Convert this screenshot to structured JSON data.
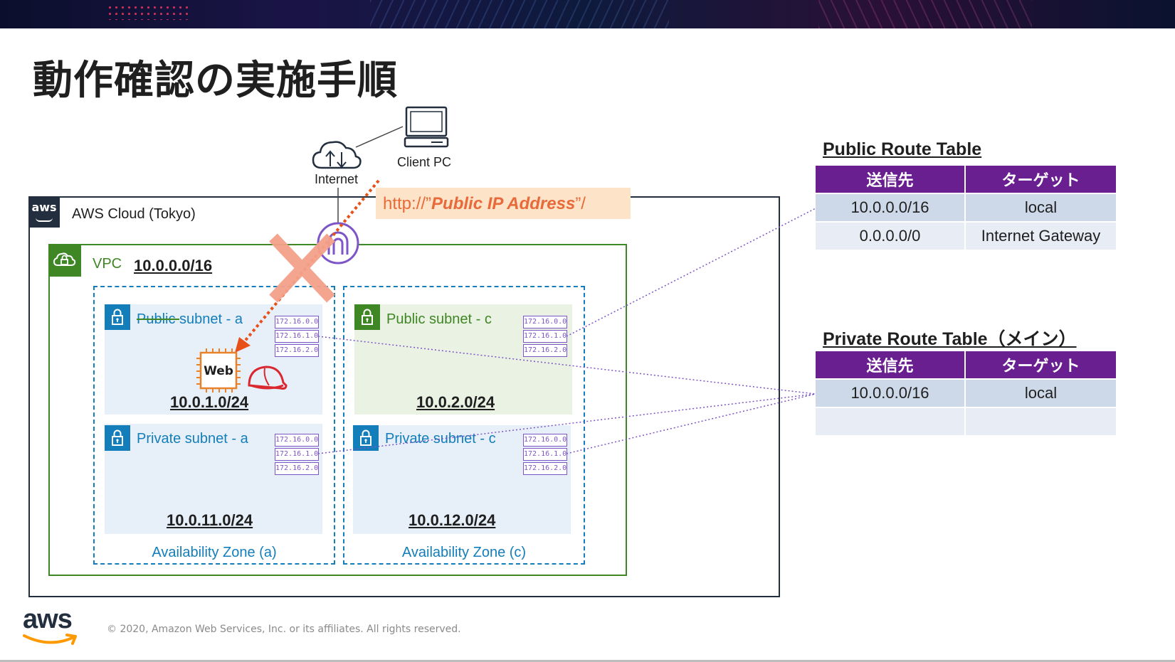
{
  "slide": {
    "title": "動作確認の実施手順",
    "copyright": "© 2020, Amazon Web Services, Inc. or its affiliates. All rights reserved.",
    "aws_logo_text": "aws"
  },
  "diagram": {
    "client_label": "Client PC",
    "internet_label": "Internet",
    "url": {
      "prefix": "http://”",
      "emphasis": "Public IP Address",
      "suffix": "”/"
    },
    "aws_cloud_label": "AWS Cloud (Tokyo)",
    "aws_badge_text": "aws",
    "vpc_label": "VPC",
    "vpc_cidr": "10.0.0.0/16",
    "az": [
      {
        "label": "Availability Zone (a)"
      },
      {
        "label": "Availability Zone (c)"
      }
    ],
    "subnets": {
      "public_a": {
        "label_struck": "Public ",
        "label_rest": "subnet - a",
        "cidr": "10.0.1.0/24",
        "routes": [
          "172.16.0.0",
          "172.16.1.0",
          "172.16.2.0"
        ]
      },
      "public_c": {
        "label": "Public subnet - c",
        "cidr": "10.0.2.0/24",
        "routes": [
          "172.16.0.0",
          "172.16.1.0",
          "172.16.2.0"
        ]
      },
      "private_a": {
        "label": "Private subnet - a",
        "cidr": "10.0.11.0/24",
        "routes": [
          "172.16.0.0",
          "172.16.1.0",
          "172.16.2.0"
        ]
      },
      "private_c": {
        "label": "Private subnet - c",
        "cidr": "10.0.12.0/24",
        "routes": [
          "172.16.0.0",
          "172.16.1.0",
          "172.16.2.0"
        ]
      }
    },
    "web_label": "Web"
  },
  "public_route_table": {
    "title": "Public Route Table",
    "headers": [
      "送信先",
      "ターゲット"
    ],
    "rows": [
      [
        "10.0.0.0/16",
        "local"
      ],
      [
        "0.0.0.0/0",
        "Internet Gateway"
      ]
    ]
  },
  "private_route_table": {
    "title": "Private Route Table（メイン）",
    "headers": [
      "送信先",
      "ターゲット"
    ],
    "rows": [
      [
        "10.0.0.0/16",
        "local"
      ],
      [
        "",
        ""
      ]
    ]
  },
  "colors": {
    "aws_dark": "#232f3e",
    "vpc_green": "#3f8624",
    "az_blue": "#147eba",
    "route_purple": "#7d55c7",
    "table_header": "#6a1f91",
    "arrow_orange": "#e8501a",
    "cross": "#f4a18a"
  }
}
